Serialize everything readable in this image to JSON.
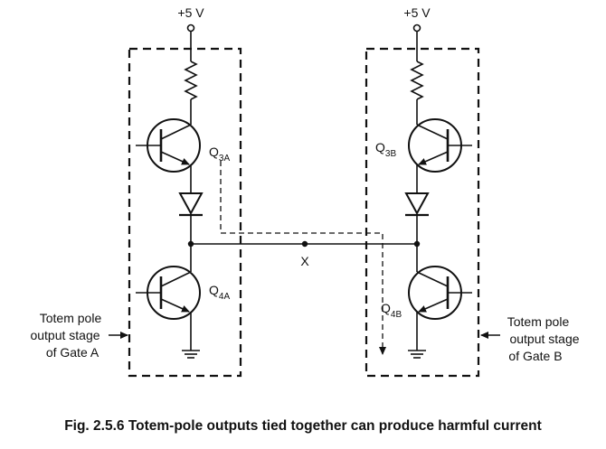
{
  "diagram": {
    "supply_a": "+5 V",
    "supply_b": "+5 V",
    "q3a": {
      "main": "Q",
      "sub": "3A"
    },
    "q4a": {
      "main": "Q",
      "sub": "4A"
    },
    "q3b": {
      "main": "Q",
      "sub": "3B"
    },
    "q4b": {
      "main": "Q",
      "sub": "4B"
    },
    "node_x": "X",
    "left_label": [
      "Totem pole",
      "output stage",
      "of Gate A"
    ],
    "right_label": [
      "Totem pole",
      "output stage",
      "of Gate B"
    ]
  },
  "caption": "Fig. 2.5.6 Totem-pole outputs tied together can produce harmful current",
  "colors": {
    "ink": "#111111",
    "background": "#ffffff"
  }
}
